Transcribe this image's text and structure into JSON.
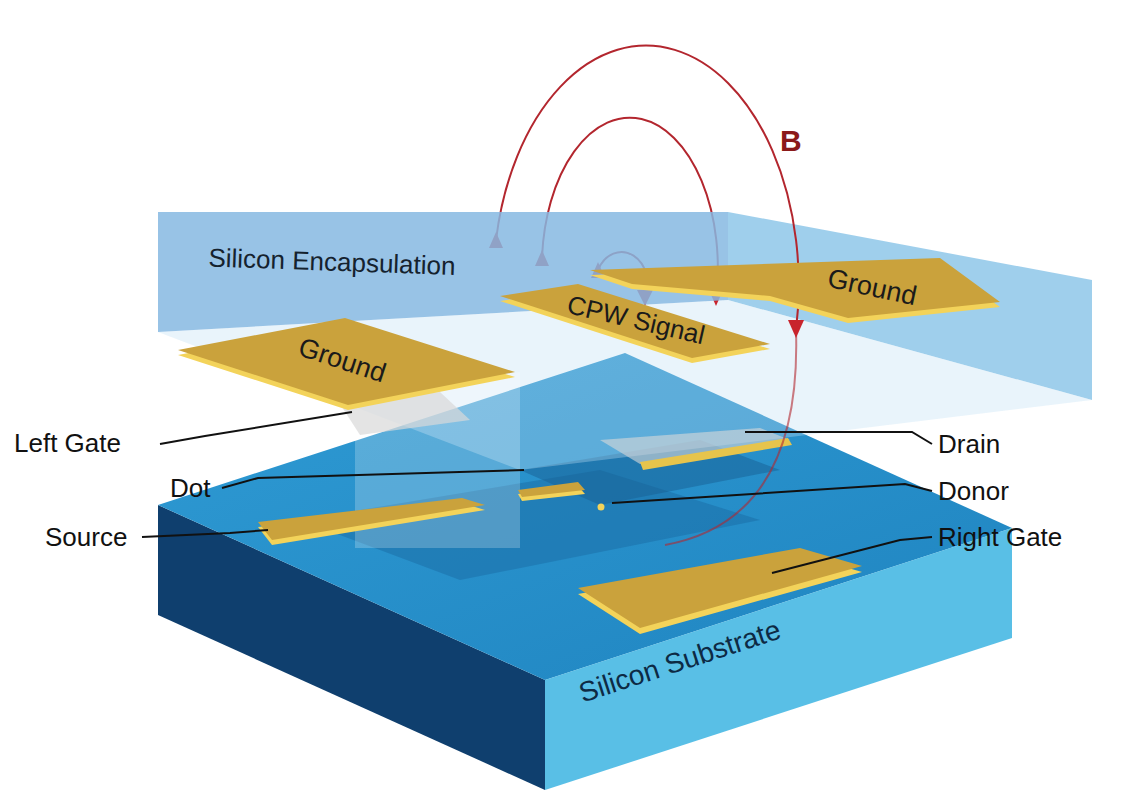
{
  "diagram": {
    "nodes": [
      {
        "text": [
          "Silicon Encapsulation"
        ]
      },
      {
        "text": [
          "Ground"
        ]
      },
      {
        "text": [
          "CPW Signal"
        ]
      },
      {
        "text": [
          "Ground"
        ]
      },
      {
        "text": [
          "Silicon Substrate"
        ]
      }
    ],
    "labels": [
      "B",
      "Left Gate",
      "Dot",
      "Source",
      "Drain",
      "Donor",
      "Right Gate"
    ]
  }
}
